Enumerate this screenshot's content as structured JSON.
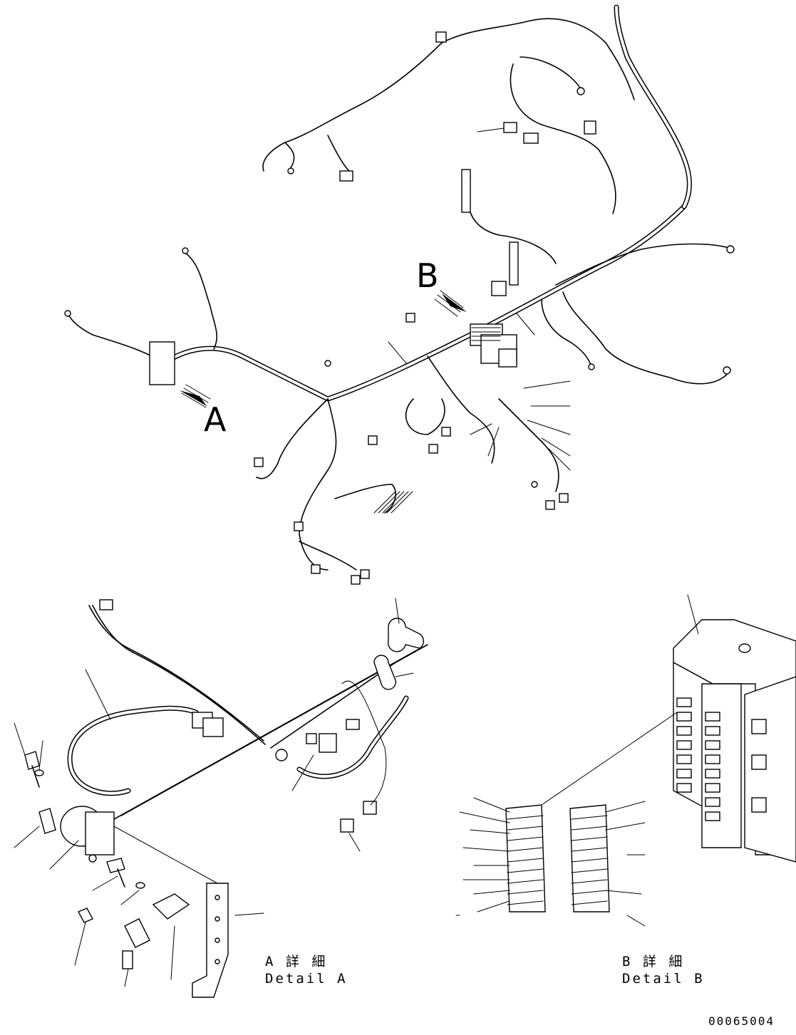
{
  "view_labels": {
    "a": "A",
    "b": "B"
  },
  "details": {
    "a_jp": "A 詳 細",
    "a_en": "Detail A",
    "b_jp": "B 詳 細",
    "b_en": "Detail B"
  },
  "drawing_number": "00065004"
}
